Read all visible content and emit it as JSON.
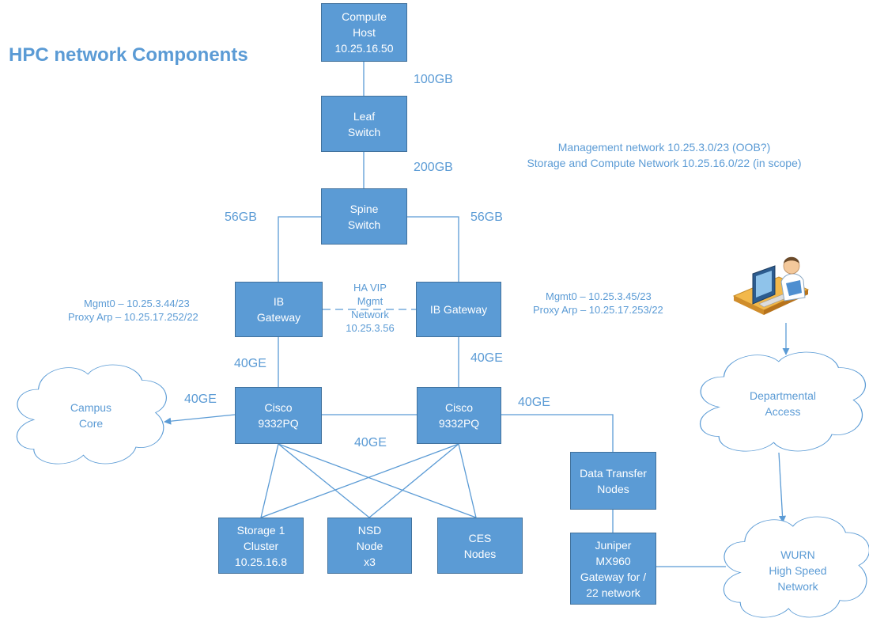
{
  "title": "HPC network Components",
  "colors": {
    "box_fill": "#5b9bd5",
    "box_border": "#41719c",
    "line": "#5b9bd5",
    "text": "#ffffff"
  },
  "nodes": {
    "compute_host": [
      "Compute",
      "Host",
      "10.25.16.50"
    ],
    "leaf_switch": [
      "Leaf",
      "Switch"
    ],
    "spine_switch": [
      "Spine",
      "Switch"
    ],
    "ib_gateway_left": [
      "IB",
      "Gateway"
    ],
    "ib_gateway_right": [
      "IB Gateway"
    ],
    "cisco_left": [
      "Cisco",
      "9332PQ"
    ],
    "cisco_right": [
      "Cisco",
      "9332PQ"
    ],
    "storage": [
      "Storage 1",
      "Cluster",
      "10.25.16.8"
    ],
    "nsd": [
      "NSD",
      "Node",
      "x3"
    ],
    "ces": [
      "CES",
      "Nodes"
    ],
    "dtn": [
      "Data Transfer",
      "Nodes"
    ],
    "juniper": [
      "Juniper",
      "MX960",
      "Gateway for /",
      "22 network"
    ]
  },
  "clouds": {
    "campus": [
      "Campus",
      "Core"
    ],
    "departmental": [
      "Departmental",
      "Access"
    ],
    "wurn": [
      "WURN",
      "High Speed",
      "Network"
    ]
  },
  "links": {
    "host_leaf": "100GB",
    "leaf_spine": "200GB",
    "spine_ib_left": "56GB",
    "spine_ib_right": "56GB",
    "ib_cisco_left": "40GE",
    "ib_cisco_right": "40GE",
    "cisco_campus": "40GE",
    "cisco_cisco": "40GE",
    "cisco_dtn": "40GE"
  },
  "ha_vip": [
    "HA VIP",
    "Mgmt",
    "Network",
    "10.25.3.56"
  ],
  "mgmt_left": [
    "Mgmt0 – 10.25.3.44/23",
    "Proxy Arp – 10.25.17.252/22"
  ],
  "mgmt_right": [
    "Mgmt0 – 10.25.3.45/23",
    "Proxy Arp – 10.25.17.253/22"
  ],
  "networks": [
    "Management network 10.25.3.0/23 (OOB?)",
    "Storage and Compute Network 10.25.16.0/22 (in scope)"
  ],
  "icons": {
    "user": "user-at-computer-icon"
  }
}
